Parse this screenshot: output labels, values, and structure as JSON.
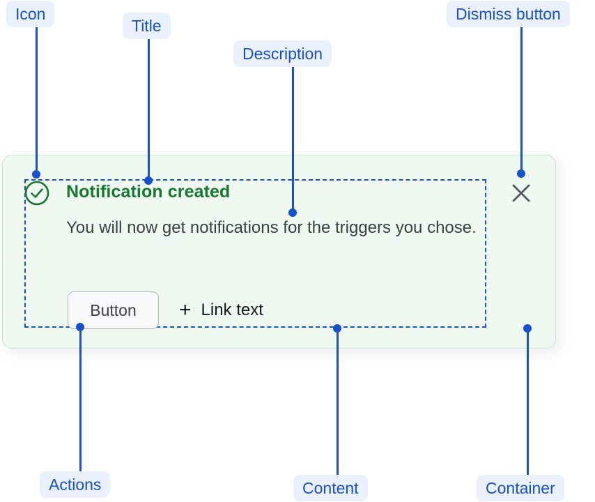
{
  "notification": {
    "title": "Notification created",
    "description": "You will now get notifications for the triggers you chose.",
    "icon": "check-circle-icon",
    "dismiss_icon": "close-icon",
    "actions": {
      "button_label": "Button",
      "link_icon": "plus-icon",
      "link_label": "Link text"
    },
    "colors": {
      "container_background": "#eff8f1",
      "container_border": "#c6e6d0",
      "title": "#16782e",
      "description": "#3b4044",
      "icon": "#16782e",
      "dismiss": "#55595d",
      "button_background": "#f7f8f9",
      "button_border": "#b2b6ba"
    }
  },
  "annotations": {
    "accent_color": "#1751cc",
    "label_background": "#eaf1fd",
    "items": [
      {
        "id": "icon",
        "label": "Icon"
      },
      {
        "id": "title",
        "label": "Title"
      },
      {
        "id": "description",
        "label": "Description"
      },
      {
        "id": "dismiss-button",
        "label": "Dismiss button"
      },
      {
        "id": "actions",
        "label": "Actions"
      },
      {
        "id": "content",
        "label": "Content"
      },
      {
        "id": "container",
        "label": "Container"
      }
    ]
  }
}
